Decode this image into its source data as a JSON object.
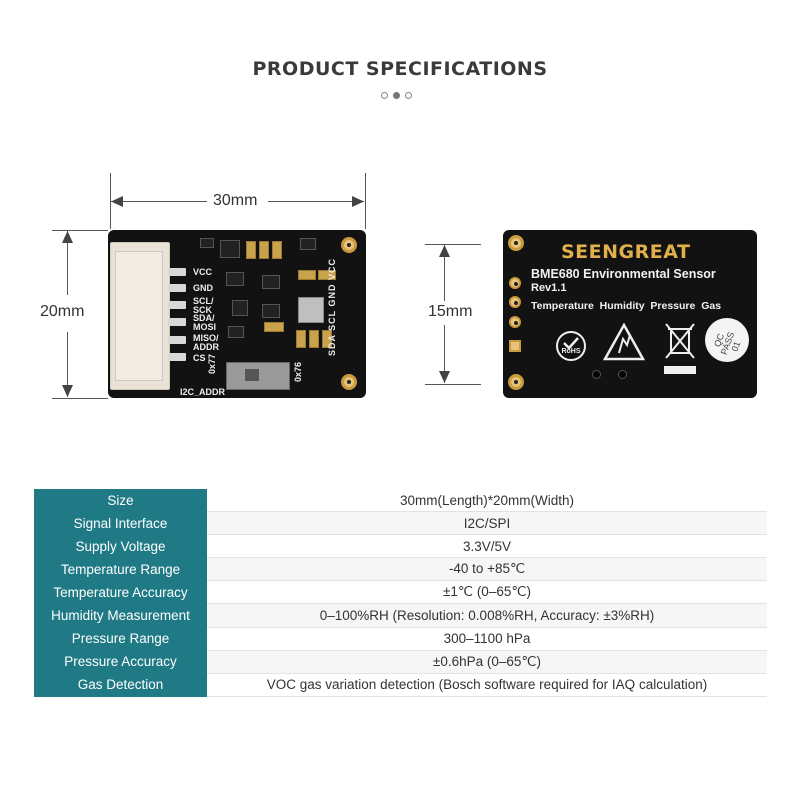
{
  "title": "PRODUCT SPECIFICATIONS",
  "dimensions": {
    "width": "30mm",
    "height_front": "20mm",
    "height_back": "15mm"
  },
  "front_board": {
    "pins": [
      "VCC",
      "GND",
      "SCL/ SCK",
      "SDA/ MOSI",
      "MISO/ ADDR",
      "CS"
    ],
    "switch_label": "I2C_ADDR",
    "addr_left": "0x77",
    "addr_right": "0x76",
    "side_pins": "SDA SCL GND VCC"
  },
  "back_board": {
    "brand": "SEENGREAT",
    "product": "BME680 Environmental Sensor",
    "rev": "Rev1.1",
    "features": "Temperature  Humidity  Pressure  Gas",
    "rohs": "RoHS",
    "qc": "QC PASS 01"
  },
  "specs": [
    {
      "key": "Size",
      "value": "30mm(Length)*20mm(Width)"
    },
    {
      "key": "Signal Interface",
      "value": "I2C/SPI"
    },
    {
      "key": "Supply Voltage",
      "value": "3.3V/5V"
    },
    {
      "key": "Temperature Range",
      "value": "-40 to +85℃"
    },
    {
      "key": "Temperature Accuracy",
      "value": "±1℃ (0–65℃)"
    },
    {
      "key": "Humidity Measurement",
      "value": "0–100%RH (Resolution: 0.008%RH, Accuracy: ±3%RH)"
    },
    {
      "key": "Pressure Range",
      "value": "300–1100 hPa"
    },
    {
      "key": "Pressure Accuracy",
      "value": "±0.6hPa (0–65℃)"
    },
    {
      "key": "Gas Detection",
      "value": "VOC gas variation detection (Bosch software required for IAQ calculation)"
    }
  ],
  "colors": {
    "table_header": "#1f7a86",
    "pcb": "#121212",
    "pad_gold": "#e8c47a",
    "brand_gold": "#e2b04a"
  }
}
